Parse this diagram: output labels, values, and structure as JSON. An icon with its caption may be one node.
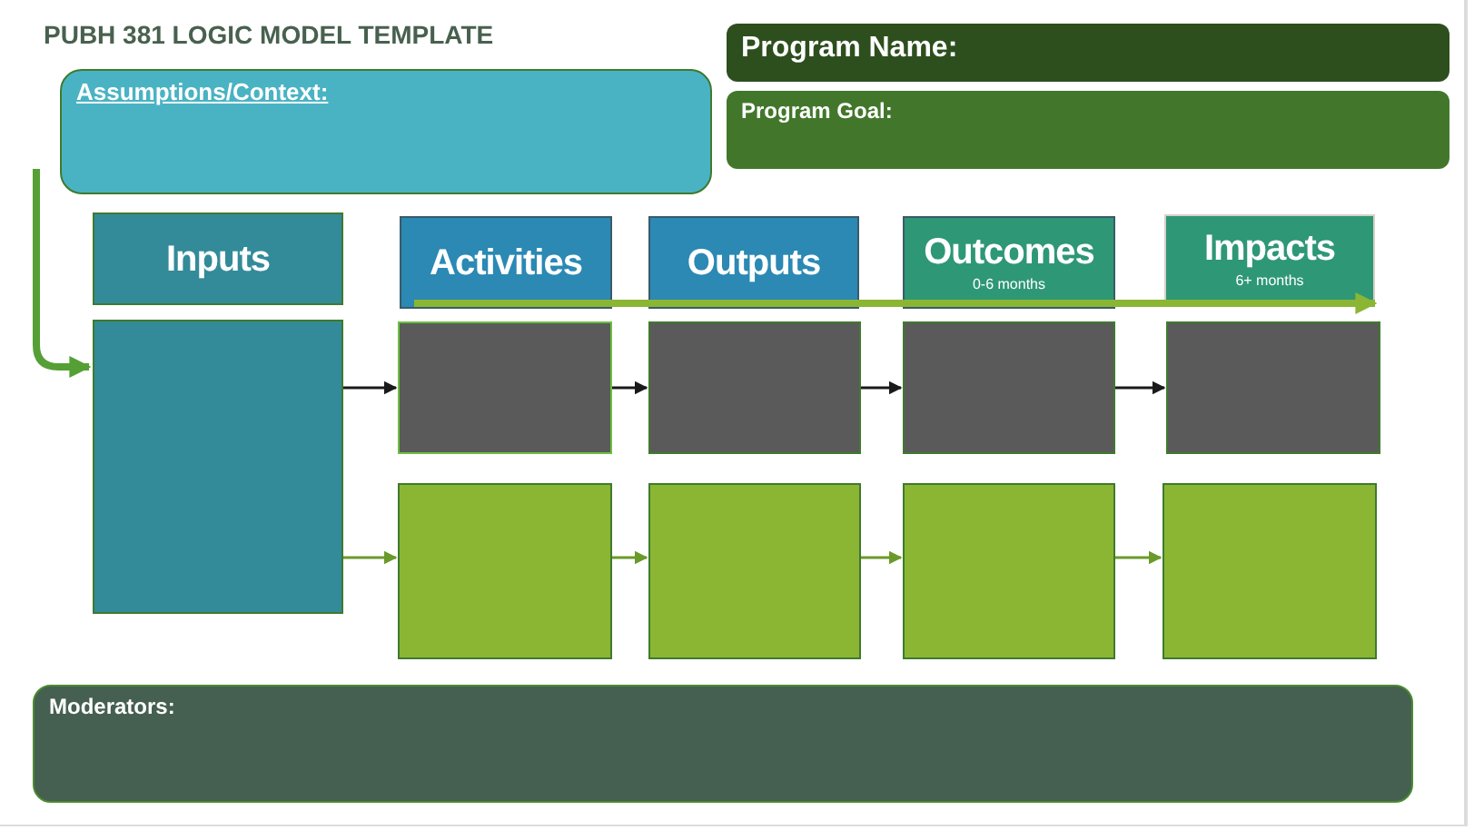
{
  "diagram": {
    "title": "PUBH 381 LOGIC MODEL TEMPLATE",
    "nodes": [
      {
        "text": [
          "Assumptions/Context:"
        ]
      },
      {
        "text": [
          "Program Name:"
        ]
      },
      {
        "text": [
          "Program Goal:"
        ]
      },
      {
        "text": [
          "Inputs"
        ]
      },
      {
        "text": [
          "Activities"
        ]
      },
      {
        "text": [
          "Outputs"
        ]
      },
      {
        "text": [
          "Outcomes",
          "0-6 months"
        ]
      },
      {
        "text": [
          "Impacts",
          "6+ months"
        ]
      },
      {
        "text": [],
        "shape": "box"
      },
      {
        "text": [],
        "shape": "box"
      },
      {
        "text": [],
        "shape": "box"
      },
      {
        "text": [],
        "shape": "box"
      },
      {
        "text": [],
        "shape": "box"
      },
      {
        "text": [],
        "shape": "box"
      },
      {
        "text": [],
        "shape": "box"
      },
      {
        "text": [],
        "shape": "box"
      },
      {
        "text": [],
        "shape": "box"
      },
      {
        "text": [
          "Moderators:"
        ]
      }
    ],
    "edges": [
      {
        "from": null,
        "to": 8,
        "arrow": "to",
        "style": "thick",
        "color": "#55a035"
      },
      {
        "from": 8,
        "to": 9,
        "arrow": "to"
      },
      {
        "from": 9,
        "to": 10,
        "arrow": "to"
      },
      {
        "from": 10,
        "to": 11,
        "arrow": "to"
      },
      {
        "from": 11,
        "to": 12,
        "arrow": "to"
      },
      {
        "from": 8,
        "to": 13,
        "arrow": "to",
        "color": "#6a9a2a"
      },
      {
        "from": 13,
        "to": 14,
        "arrow": "to",
        "color": "#6a9a2a"
      },
      {
        "from": 14,
        "to": 15,
        "arrow": "to",
        "color": "#6a9a2a"
      },
      {
        "from": 15,
        "to": 16,
        "arrow": "to",
        "color": "#6a9a2a"
      },
      {
        "from": 4,
        "to": 7,
        "arrow": "to",
        "style": "thick",
        "color": "#8ab634"
      }
    ]
  }
}
